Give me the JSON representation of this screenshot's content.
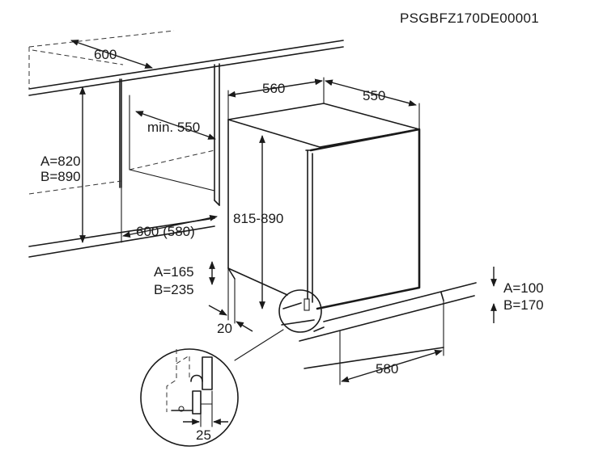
{
  "code": "PSGBFZ170DE00001",
  "labels": {
    "niche_width": "600",
    "appliance_width": "560",
    "appliance_depth": "550",
    "min_depth": "min. 550",
    "niche_height_a": "A=820",
    "niche_height_b": "B=890",
    "niche_depth": "600 (580)",
    "appliance_height": "815-890",
    "plinth_a": "A=165",
    "plinth_b": "B=235",
    "offset_20": "20",
    "toe_a": "A=100",
    "toe_b": "B=170",
    "toe_depth": "580",
    "detail_25": "25"
  }
}
